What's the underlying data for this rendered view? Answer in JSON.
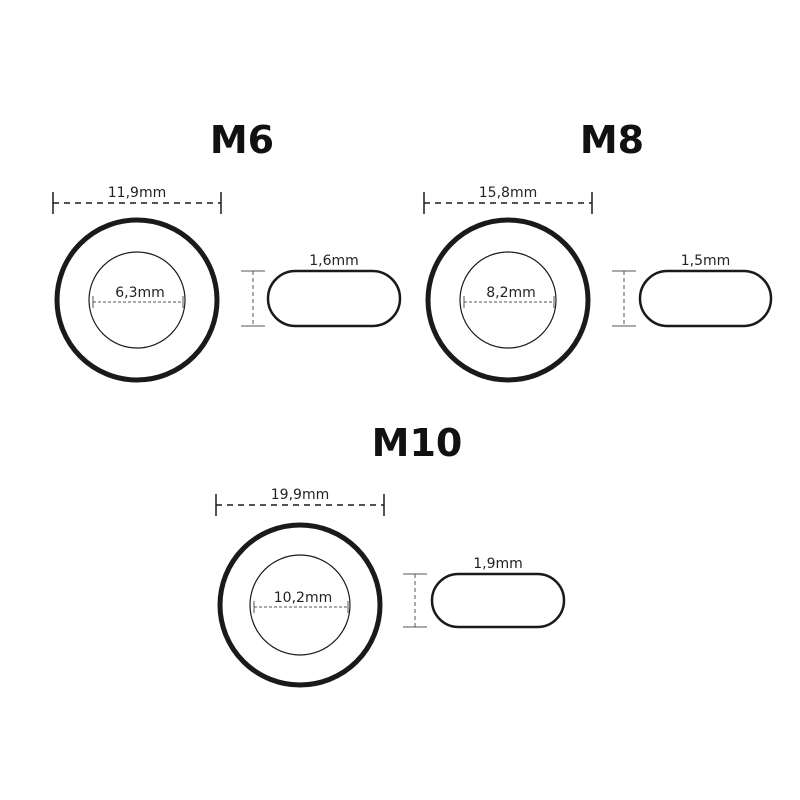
{
  "washers": [
    {
      "size": "M6",
      "outer_diameter": "11,9mm",
      "inner_diameter": "6,3mm",
      "thickness": "1,6mm"
    },
    {
      "size": "M8",
      "outer_diameter": "15,8mm",
      "inner_diameter": "8,2mm",
      "thickness": "1,5mm"
    },
    {
      "size": "M10",
      "outer_diameter": "19,9mm",
      "inner_diameter": "10,2mm",
      "thickness": "1,9mm"
    }
  ],
  "colors": {
    "stroke": "#1a1a1a",
    "dimension": "#555555"
  }
}
